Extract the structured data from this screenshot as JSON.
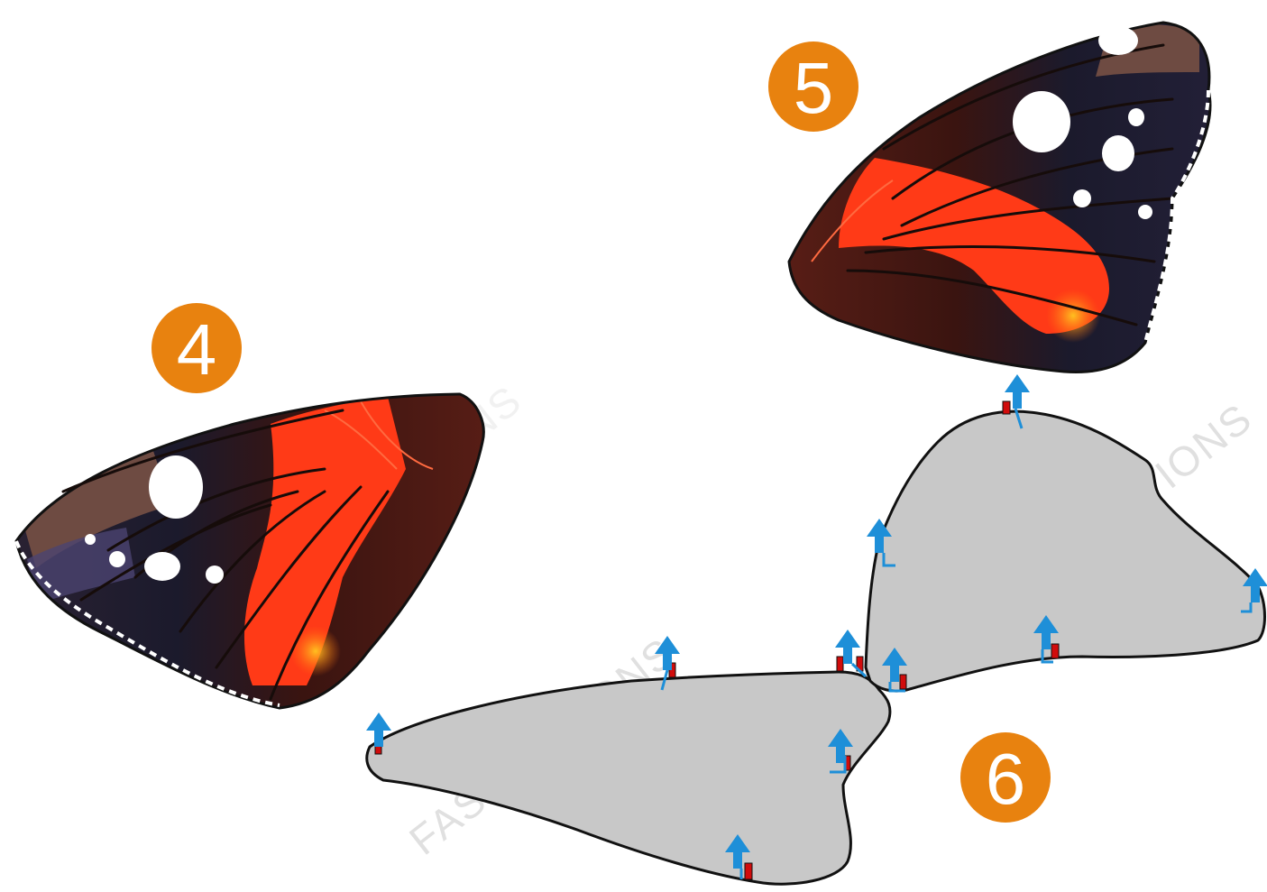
{
  "steps": [
    {
      "id": "4",
      "label": "4"
    },
    {
      "id": "5",
      "label": "5"
    },
    {
      "id": "6",
      "label": "6"
    }
  ],
  "watermark": "FASCINATIONS",
  "colors": {
    "badge": "#e8820f",
    "wing_red": "#ff3a17",
    "wing_dark": "#1b1a2c",
    "wing_brown": "#3a1410",
    "base": "#c8c8c8",
    "pin": "#1e8fd8",
    "tab": "#d10c0c"
  },
  "parts": {
    "wing_left": "forewing-left",
    "wing_right": "forewing-right",
    "base": "wing-base-template"
  }
}
